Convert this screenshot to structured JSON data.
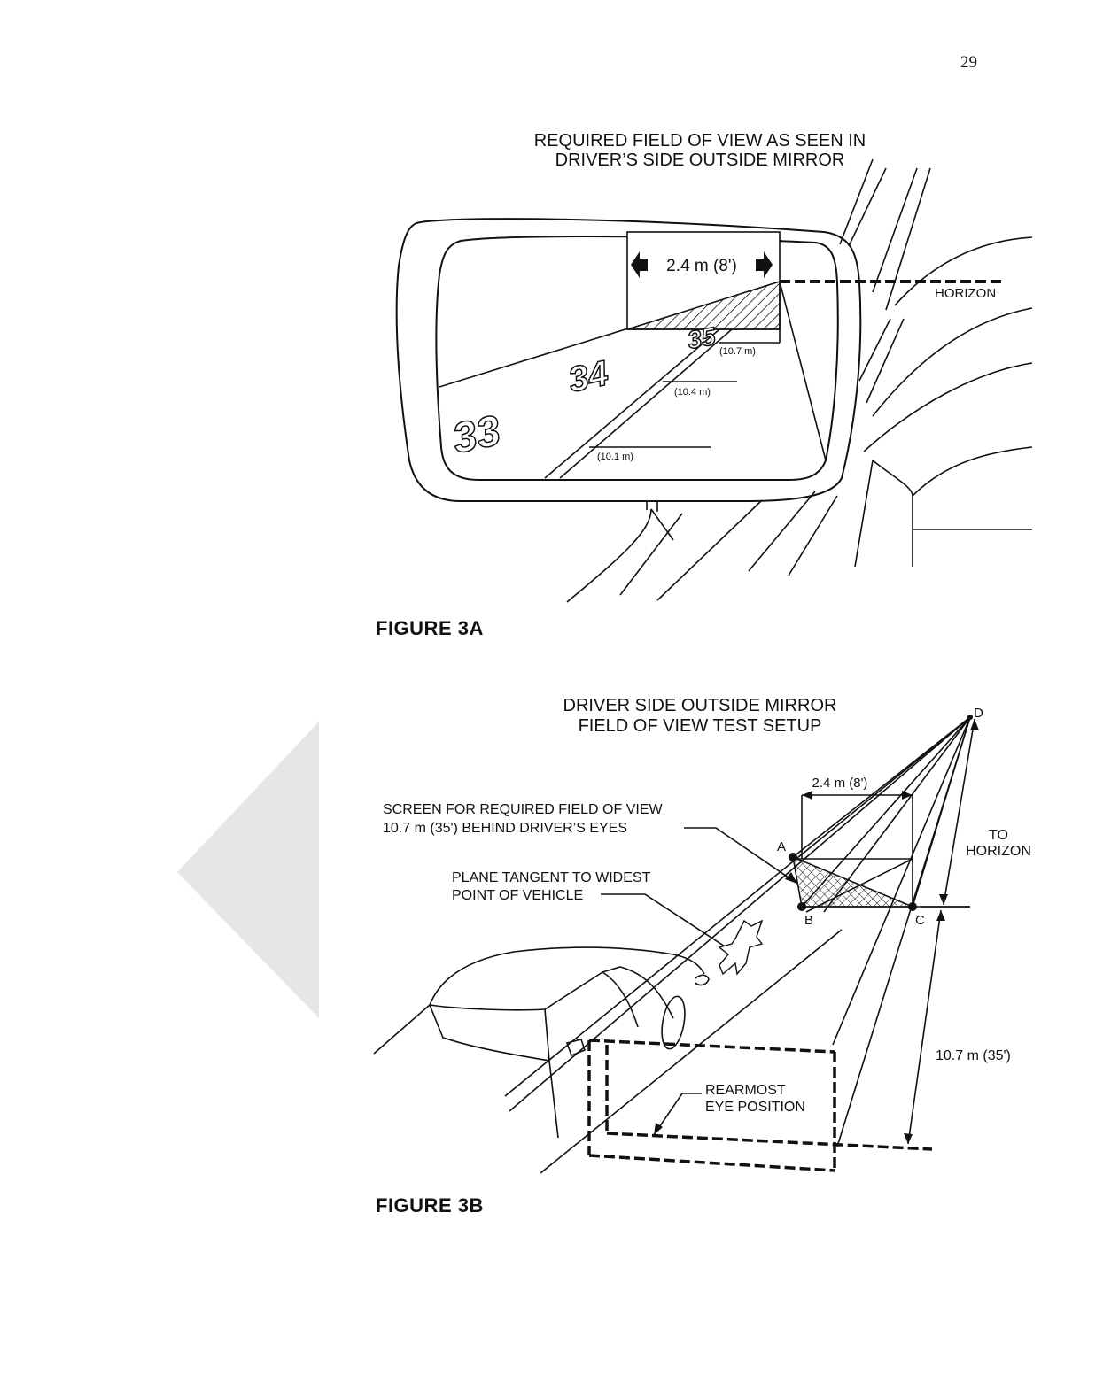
{
  "page": {
    "number": "29"
  },
  "figure_3a": {
    "caption": "FIGURE 3A",
    "title_line1": "REQUIRED FIELD OF VIEW AS SEEN IN",
    "title_line2": "DRIVER’S SIDE OUTSIDE MIRROR",
    "width_label": "2.4 m (8')",
    "horizon_label": "HORIZON",
    "markers": [
      "35",
      "34",
      "33"
    ],
    "distances": [
      "(10.7 m)",
      "(10.4 m)",
      "(10.1 m)"
    ]
  },
  "figure_3b": {
    "caption": "FIGURE 3B",
    "title_line1": "DRIVER SIDE OUTSIDE MIRROR",
    "title_line2": "FIELD OF VIEW TEST SETUP",
    "width_label": "2.4 m (8')",
    "screen_line1": "SCREEN FOR REQUIRED FIELD OF VIEW",
    "screen_line2": "10.7 m (35') BEHIND DRIVER’S EYES",
    "plane_line1": "PLANE TANGENT TO WIDEST",
    "plane_line2": "POINT OF VEHICLE",
    "horizon_line1": "TO",
    "horizon_line2": "HORIZON",
    "distance_label": "10.7 m (35')",
    "eye_line1": "REARMOST",
    "eye_line2": "EYE POSITION",
    "points": {
      "a": "A",
      "b": "B",
      "c": "C",
      "d": "D"
    }
  }
}
